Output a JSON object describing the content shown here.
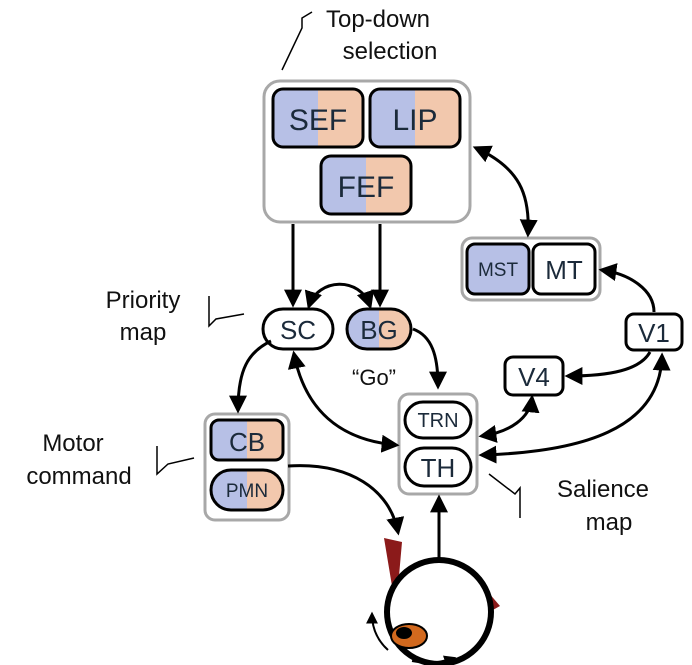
{
  "colors": {
    "blue": "#b7c0e6",
    "orange": "#f2c8ad",
    "group_border": "#a8a8a8",
    "node_border": "#000000",
    "arrow": "#000000",
    "muscle": "#8b1a1a",
    "iris": "#d2691e"
  },
  "labels": {
    "top_down": [
      "Top-down",
      "selection"
    ],
    "priority": [
      "Priority",
      "map"
    ],
    "motor": [
      "Motor",
      "command"
    ],
    "salience": [
      "Salience",
      "map"
    ],
    "go": "“Go”"
  },
  "nodes": {
    "sef": "SEF",
    "lip": "LIP",
    "fef": "FEF",
    "mst": "MST",
    "mt": "MT",
    "sc": "SC",
    "bg": "BG",
    "v1": "V1",
    "v4": "V4",
    "trn": "TRN",
    "th": "TH",
    "cb": "CB",
    "pmn": "PMN"
  },
  "icons": {
    "eye": "eye-icon"
  }
}
